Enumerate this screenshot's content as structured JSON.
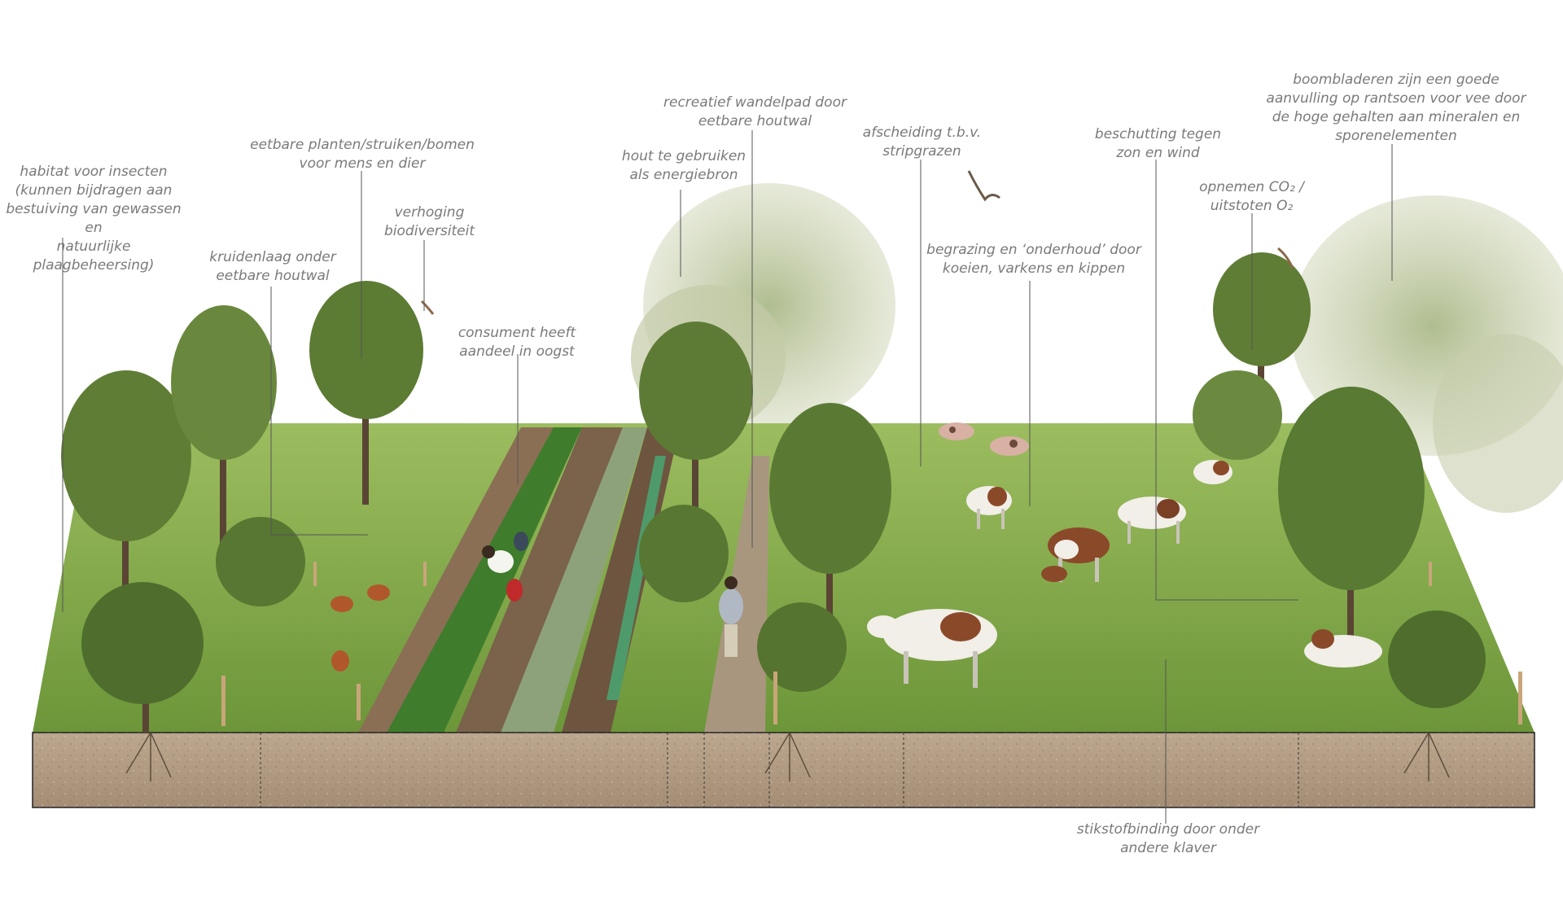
{
  "labels": {
    "habitat": "habitat voor insecten\n(kunnen bijdragen aan\nbestuiving van gewassen en\nnatuurlijke plaagbeheersing)",
    "eetbare": "eetbare planten/struiken/bomen\nvoor mens en dier",
    "kruidenlaag": "kruidenlaag onder\neetbare houtwal",
    "verhoging": "verhoging\nbiodiversiteit",
    "consument": "consument heeft\naandeel in oogst",
    "hout": "hout te gebruiken\nals energiebron",
    "wandelpad": "recreatief wandelpad door\neetbare houtwal",
    "afscheiding": "afscheiding t.b.v.\nstripgrazen",
    "begrazing": "begrazing en ‘onderhoud’ door\nkoeien, varkens en kippen",
    "beschutting": "beschutting tegen\nzon en wind",
    "opnemen": "opnemen CO₂ /\nuitstoten O₂",
    "boombladeren": "boombladeren zijn een goede\naanvulling op rantsoen voor vee door\nde hoge gehalten aan mineralen en\nsporenelementen",
    "stikstof": "stikstofbinding door onder\nandere klaver"
  },
  "colors": {
    "label_text": "#7a7a7a",
    "leader_line": "#555555",
    "grass": "#7fa34a",
    "grass_dark": "#5f8a33",
    "soil_path": "#8a6f55",
    "soil_block": "#b59f86",
    "tree_foliage": "#5f7d35",
    "tree_faded": "#b9c29a",
    "cow_brown": "#8a4a2a",
    "cow_white": "#f2eee8",
    "pig": "#d8b0a4",
    "chicken": "#b0582c"
  }
}
